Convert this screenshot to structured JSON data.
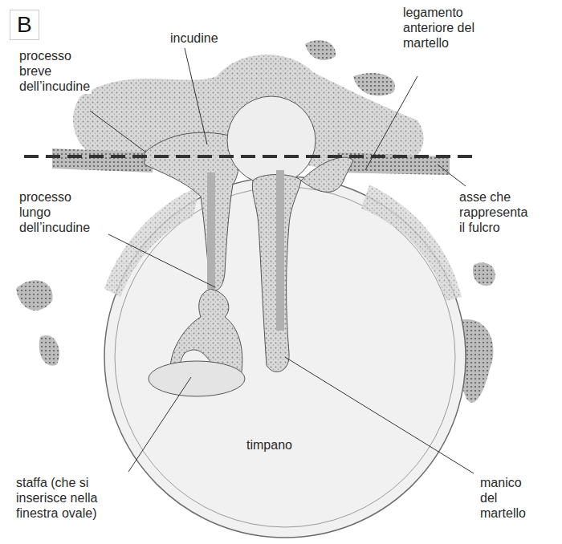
{
  "diagram": {
    "labels": [
      "B",
      "incudine",
      "legamento anteriore del martello",
      "processo breve dell’incudine",
      "asse che rappresenta il fulcro",
      "processo lungo dell’incudine",
      "timpano",
      "staffa (che si inserisce nella finestra ovale)",
      "manico del martello"
    ]
  }
}
